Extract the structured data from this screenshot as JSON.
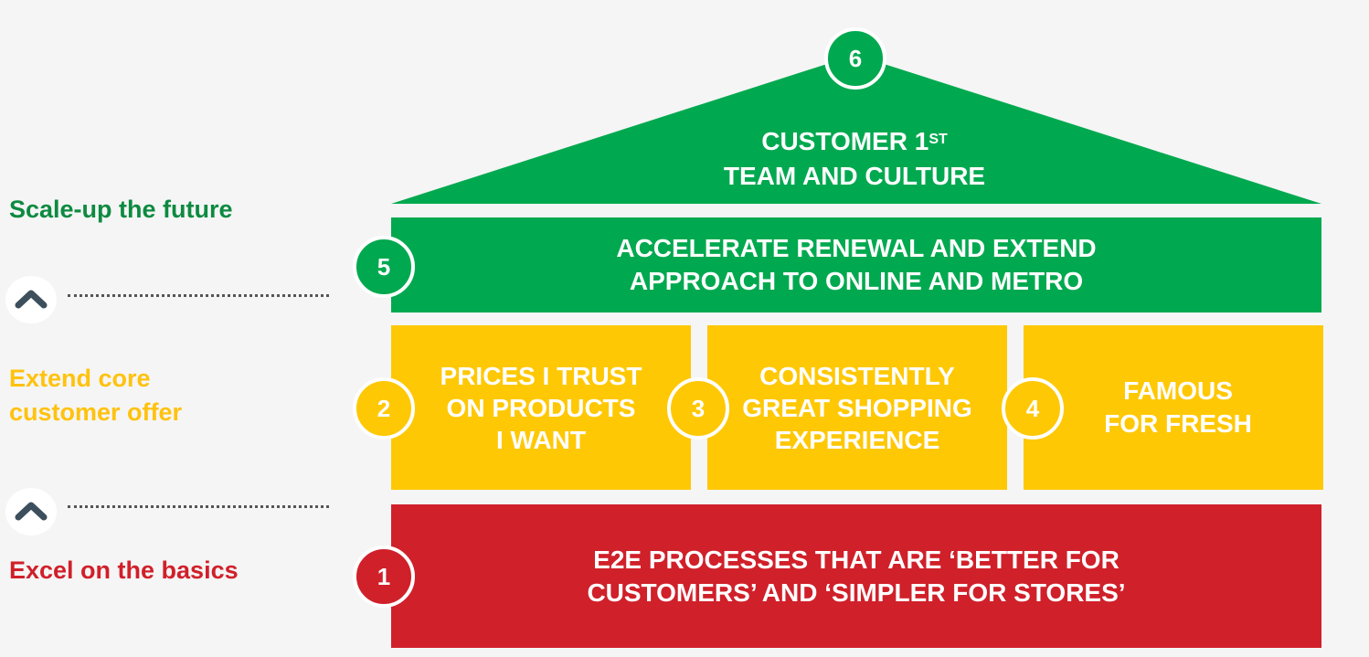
{
  "side": {
    "top": "Scale-up the future",
    "middle_line1": "Extend core",
    "middle_line2": "customer offer",
    "bottom": "Excel on the basics"
  },
  "roof": {
    "number": "6",
    "line1": "CUSTOMER 1",
    "line1_sup": "ST",
    "line2": "TEAM AND CULTURE"
  },
  "tier5": {
    "number": "5",
    "line1": "ACCELERATE RENEWAL AND EXTEND",
    "line2": "APPROACH TO ONLINE AND METRO"
  },
  "pillars": [
    {
      "number": "2",
      "lines": [
        "PRICES I TRUST",
        "ON PRODUCTS",
        "I WANT"
      ]
    },
    {
      "number": "3",
      "lines": [
        "CONSISTENTLY",
        "GREAT SHOPPING",
        "EXPERIENCE"
      ]
    },
    {
      "number": "4",
      "lines": [
        "FAMOUS",
        "FOR FRESH"
      ]
    }
  ],
  "base": {
    "number": "1",
    "line1": "E2E PROCESSES THAT ARE ‘BETTER FOR",
    "line2": "CUSTOMERS’ AND ‘SIMPLER FOR STORES’"
  },
  "colors": {
    "green": "#00a94f",
    "yellow": "#ffc805",
    "red": "#d0202a"
  }
}
